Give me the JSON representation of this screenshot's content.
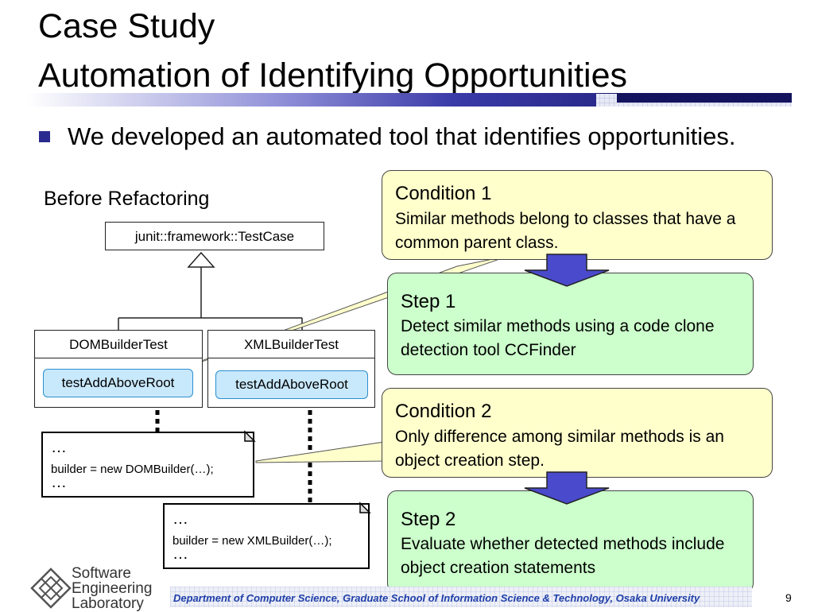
{
  "title": {
    "line1": "Case Study",
    "line2": "Automation of Identifying Opportunities"
  },
  "bullet": {
    "text": "We developed an automated tool that identifies opportunities."
  },
  "diagram": {
    "before_label": "Before Refactoring",
    "parent_class": "junit::framework::TestCase",
    "child_classes": [
      {
        "name": "DOMBuilderTest",
        "method": "testAddAboveRoot"
      },
      {
        "name": "XMLBuilderTest",
        "method": "testAddAboveRoot"
      }
    ],
    "notes": [
      {
        "dots_top": "…",
        "code": "builder = new DOMBuilder(…);",
        "dots_bottom": "…"
      },
      {
        "dots_top": "…",
        "code": "builder = new XMLBuilder(…);",
        "dots_bottom": "…"
      }
    ]
  },
  "boxes": {
    "condition1": {
      "head": "Condition 1",
      "body": "Similar methods belong to classes that have a common parent class."
    },
    "step1": {
      "head": "Step 1",
      "body": "Detect similar methods using a code clone detection tool CCFinder"
    },
    "condition2": {
      "head": "Condition 2",
      "body": "Only difference among similar methods is an object creation step."
    },
    "step2": {
      "head": "Step 2",
      "body": "Evaluate whether detected methods include object creation statements"
    }
  },
  "footer": {
    "text": "Department of Computer Science, Graduate School of Information Science & Technology, Osaka University",
    "page_number": "9",
    "logo_lines": [
      "Software",
      "Engineering",
      "Laboratory"
    ]
  },
  "colors": {
    "title_bar_dark": "#1a1a6e",
    "title_bar_mid": "#3a3aa8",
    "condition_fill": "#ffffcc",
    "step_fill": "#ccffcc",
    "method_fill": "#c8e8fb",
    "arrow_fill": "#4a4acc",
    "footer_text": "#1f3fa8"
  }
}
